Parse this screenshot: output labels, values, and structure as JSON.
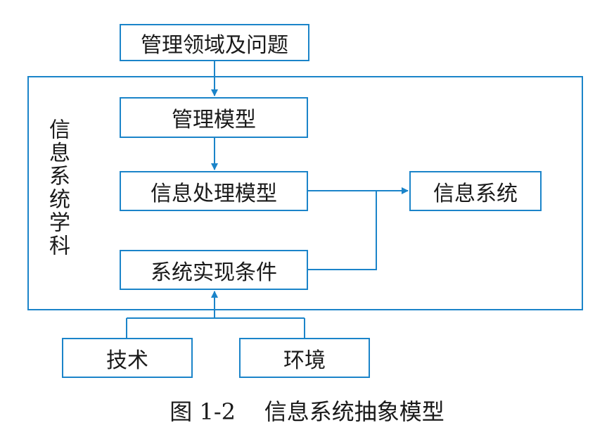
{
  "diagram": {
    "nodes": {
      "management_problems": "管理领域及问题",
      "management_model": "管理模型",
      "info_processing_model": "信息处理模型",
      "info_system": "信息系统",
      "system_conditions": "系统实现条件",
      "technology": "技术",
      "environment": "环境"
    },
    "container_label": "信息系统学科",
    "caption": "图 1-2    信息系统抽象模型"
  },
  "colors": {
    "line": "#1b84c9",
    "text": "#1a1a1a"
  }
}
